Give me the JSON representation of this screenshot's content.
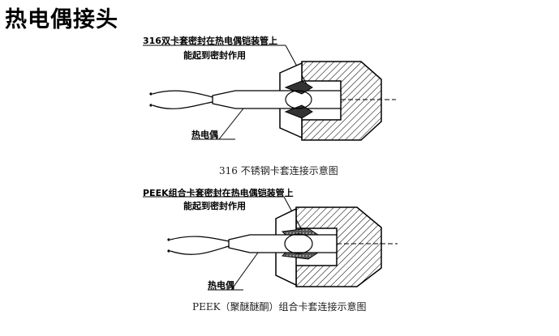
{
  "page_title": "热电偶接头",
  "diagram1": {
    "label_line1": "316双卡套密封在热电偶铠装管上",
    "label_line2": "能起到密封作用",
    "label_thermocouple": "热电偶",
    "caption": "316 不锈钢卡套连接示意图"
  },
  "diagram2": {
    "label_line1": "PEEK组合卡套密封在热电偶铠装管上",
    "label_line2": "能起到密封作用",
    "label_thermocouple": "热电偶",
    "caption": "PEEK（聚醚醚酮）组合卡套连接示意图"
  }
}
